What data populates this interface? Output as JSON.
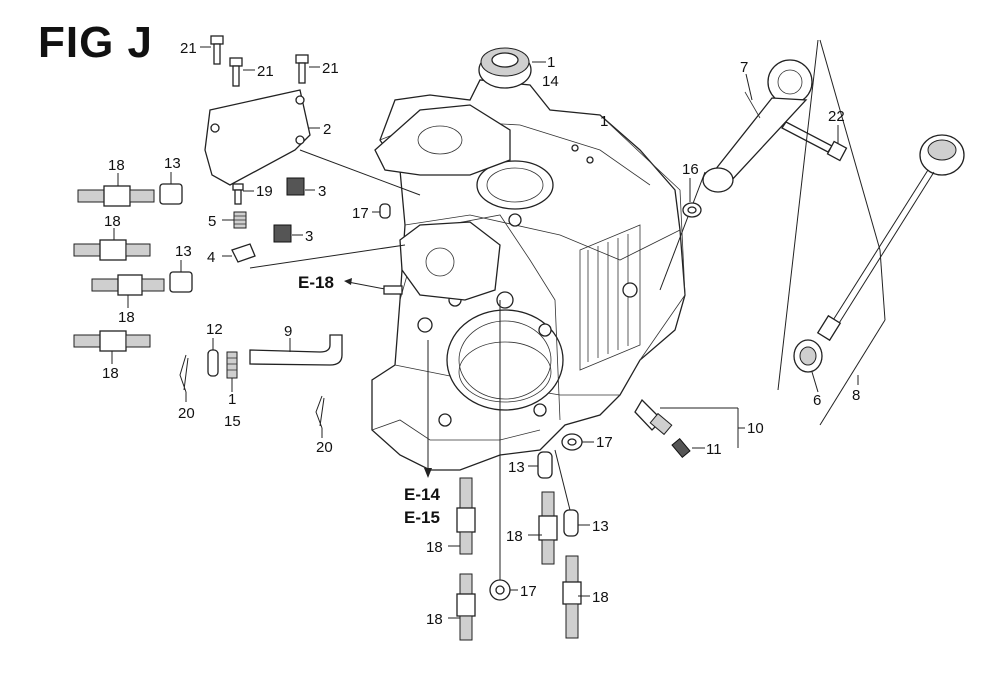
{
  "figure": {
    "title": "FIG J"
  },
  "references": {
    "e18": "E-18",
    "e14": "E-14",
    "e15": "E-15"
  },
  "callouts": {
    "c1a": "1",
    "c14a": "14",
    "c1b": "1",
    "c1c": "1",
    "c15": "15",
    "c2": "2",
    "c3a": "3",
    "c3b": "3",
    "c4": "4",
    "c5": "5",
    "c6": "6",
    "c7": "7",
    "c8": "8",
    "c9": "9",
    "c10": "10",
    "c11": "11",
    "c12": "12",
    "c13a": "13",
    "c13b": "13",
    "c13c": "13",
    "c13d": "13",
    "c16": "16",
    "c17a": "17",
    "c17b": "17",
    "c17c": "17",
    "c18a": "18",
    "c18b": "18",
    "c18c": "18",
    "c18d": "18",
    "c18e": "18",
    "c18f": "18",
    "c18g": "18",
    "c19": "19",
    "c20a": "20",
    "c20b": "20",
    "c21a": "21",
    "c21b": "21",
    "c21c": "21",
    "c22": "22"
  }
}
